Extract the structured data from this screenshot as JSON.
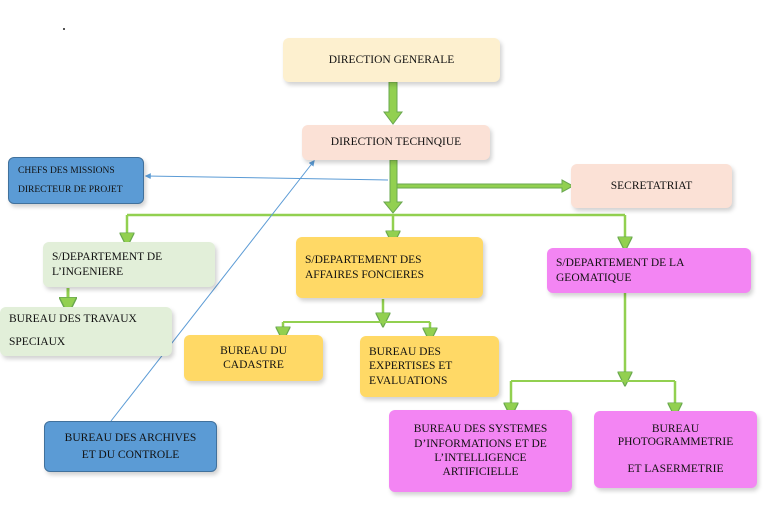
{
  "diagram": {
    "type": "organizational-chart",
    "nodes": {
      "direction_generale": "DIRECTION GENERALE",
      "direction_technique": "DIRECTION TECHNQIUE",
      "chefs_missions": "CHEFS DES MISSIONS\nDIRECTEUR DE PROJET",
      "secretariat": "SECRETATRIAT",
      "sdep_ingenierie": "S/DEPARTEMENT DE\nL’INGENIERE",
      "sdep_affaires_foncieres": "S/DEPARTEMENT  DES\nAFFAIRES FONCIERES",
      "sdep_geomatique": "S/DEPARTEMENT  DE LA\nGEOMATIQUE",
      "bureau_travaux_speciaux": "BUREAU DES TRAVAUX\n\nSPECIAUX",
      "bureau_cadastre": "BUREAU DU\nCADASTRE",
      "bureau_expertises": "BUREAU DES\nEXPERTISES   ET\nEVALUATIONS",
      "bureau_archives": "BUREAU DES ARCHIVES\nET DU CONTROLE",
      "bureau_systemes_information": "BUREAU DES SYSTEMES\nD’INFORMATIONS  ET DE\nL’INTELLIGENCE\nARTIFICIELLE",
      "bureau_photogrammetrie": "BUREAU\nPHOTOGRAMMETRIE\n\nET LASERMETRIE"
    },
    "edges": [
      {
        "from": "direction_generale",
        "to": "direction_technique"
      },
      {
        "from": "direction_technique",
        "to": "chefs_missions"
      },
      {
        "from": "direction_technique",
        "to": "secretariat"
      },
      {
        "from": "direction_technique",
        "to": "sdep_ingenierie"
      },
      {
        "from": "direction_technique",
        "to": "sdep_affaires_foncieres"
      },
      {
        "from": "direction_technique",
        "to": "sdep_geomatique"
      },
      {
        "from": "sdep_ingenierie",
        "to": "bureau_travaux_speciaux"
      },
      {
        "from": "sdep_affaires_foncieres",
        "to": "bureau_cadastre"
      },
      {
        "from": "sdep_affaires_foncieres",
        "to": "bureau_expertises"
      },
      {
        "from": "sdep_geomatique",
        "to": "bureau_systemes_information"
      },
      {
        "from": "sdep_geomatique",
        "to": "bureau_photogrammetrie"
      },
      {
        "from": "bureau_archives",
        "to": "direction_technique"
      }
    ],
    "colors": {
      "connector_green": "#92d050",
      "connector_green_dark": "#6aa84f",
      "connector_blue": "#5b9bd5"
    }
  }
}
